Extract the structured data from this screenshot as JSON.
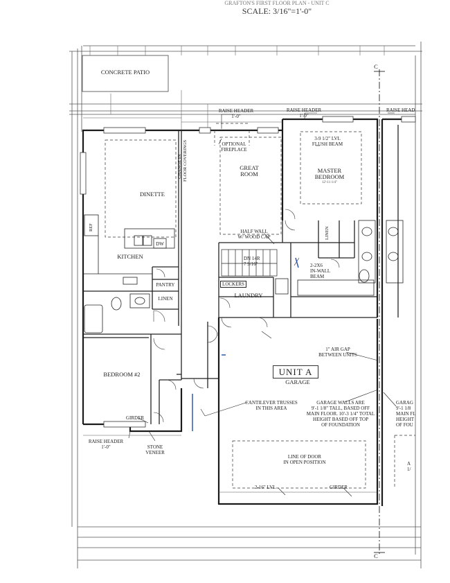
{
  "title": {
    "line1": "GRAFTON'S FIRST FLOOR PLAN - UNIT C",
    "scale": "SCALE: 3/16\"=1'-0\""
  },
  "labels": {
    "concrete_patio": "CONCRETE PATIO",
    "raise_header_top_left": "RAISE HEADER",
    "raise_header_top_left_dim": "1'-0\"",
    "raise_header_top_mid": "RAISE HEADER",
    "raise_header_top_mid_dim": "1'-0\"",
    "raise_header_top_right": "RAISE HEADER",
    "optional_fireplace_1": "OPTIONAL",
    "optional_fireplace_2": "FIREPLACE",
    "lvl_beam_1": "3-9 1/2\" LVL",
    "lvl_beam_2": "FLUSH BEAM",
    "master_bedroom": "MASTER",
    "master_bedroom_2": "BEDROOM",
    "master_bedroom_dim": "12'-11 1/4\"",
    "great_room_1": "GREAT",
    "great_room_2": "ROOM",
    "change_in_floor_1": "CHANGE IN",
    "change_in_floor_2": "FLOOR COVERINGS",
    "dinette": "DINETTE",
    "kitchen": "KITCHEN",
    "ref": "REF",
    "dw": "DW",
    "pantry": "PANTRY",
    "linen_main": "LINEN",
    "linen_master": "LINEN",
    "half_wall_1": "HALF WALL",
    "half_wall_2": "W/ WOOD CAP",
    "dn_stairs_1": "DN 14R",
    "dn_stairs_2": "7 9/16\"",
    "inwall_beam_1": "2-2X6",
    "inwall_beam_2": "IN-WALL",
    "inwall_beam_3": "BEAM",
    "lockers": "LOCKERS",
    "laundry": "LAUNDRY",
    "air_gap_1": "1\" AIR GAP",
    "air_gap_2": "BETWEEN UNITS",
    "unit_a": "UNIT A",
    "garage": "GARAGE",
    "bedroom2": "BEDROOM #2",
    "cantilever_1": "CANTILEVER TRUSSES",
    "cantilever_2": "IN THIS AREA",
    "garage_walls_1": "GARAGE WALLS ARE",
    "garage_walls_2": "9'-1 1/8\" TALL, BASED OFF",
    "garage_walls_3": "MAIN FLOOR. 10'-3 1/4\" TOTAL",
    "garage_walls_4": "HEIGHT BASED OFF TOP",
    "garage_walls_5": "OF FOUNDATION",
    "garage_walls_r1": "GARAG",
    "garage_walls_r2": "9'-1 1/8",
    "garage_walls_r3": "MAIN FL",
    "garage_walls_r4": "HEIGHT",
    "garage_walls_r5": "OF FOU",
    "girder_left": "GIRDER",
    "girder_right": "GIRDER",
    "raise_header_bottom": "RAISE HEADER",
    "raise_header_bottom_dim": "1'-0\"",
    "stone_veneer_1": "STONE",
    "stone_veneer_2": "VENEER",
    "line_of_door_1": "LINE OF DOOR",
    "line_of_door_2": "IN OPEN POSITION",
    "lvl_16": "2-16\" LVL",
    "centerline_top": "C",
    "centerline_bottom": "C",
    "right_a": "A",
    "right_a_dim": "1/"
  }
}
